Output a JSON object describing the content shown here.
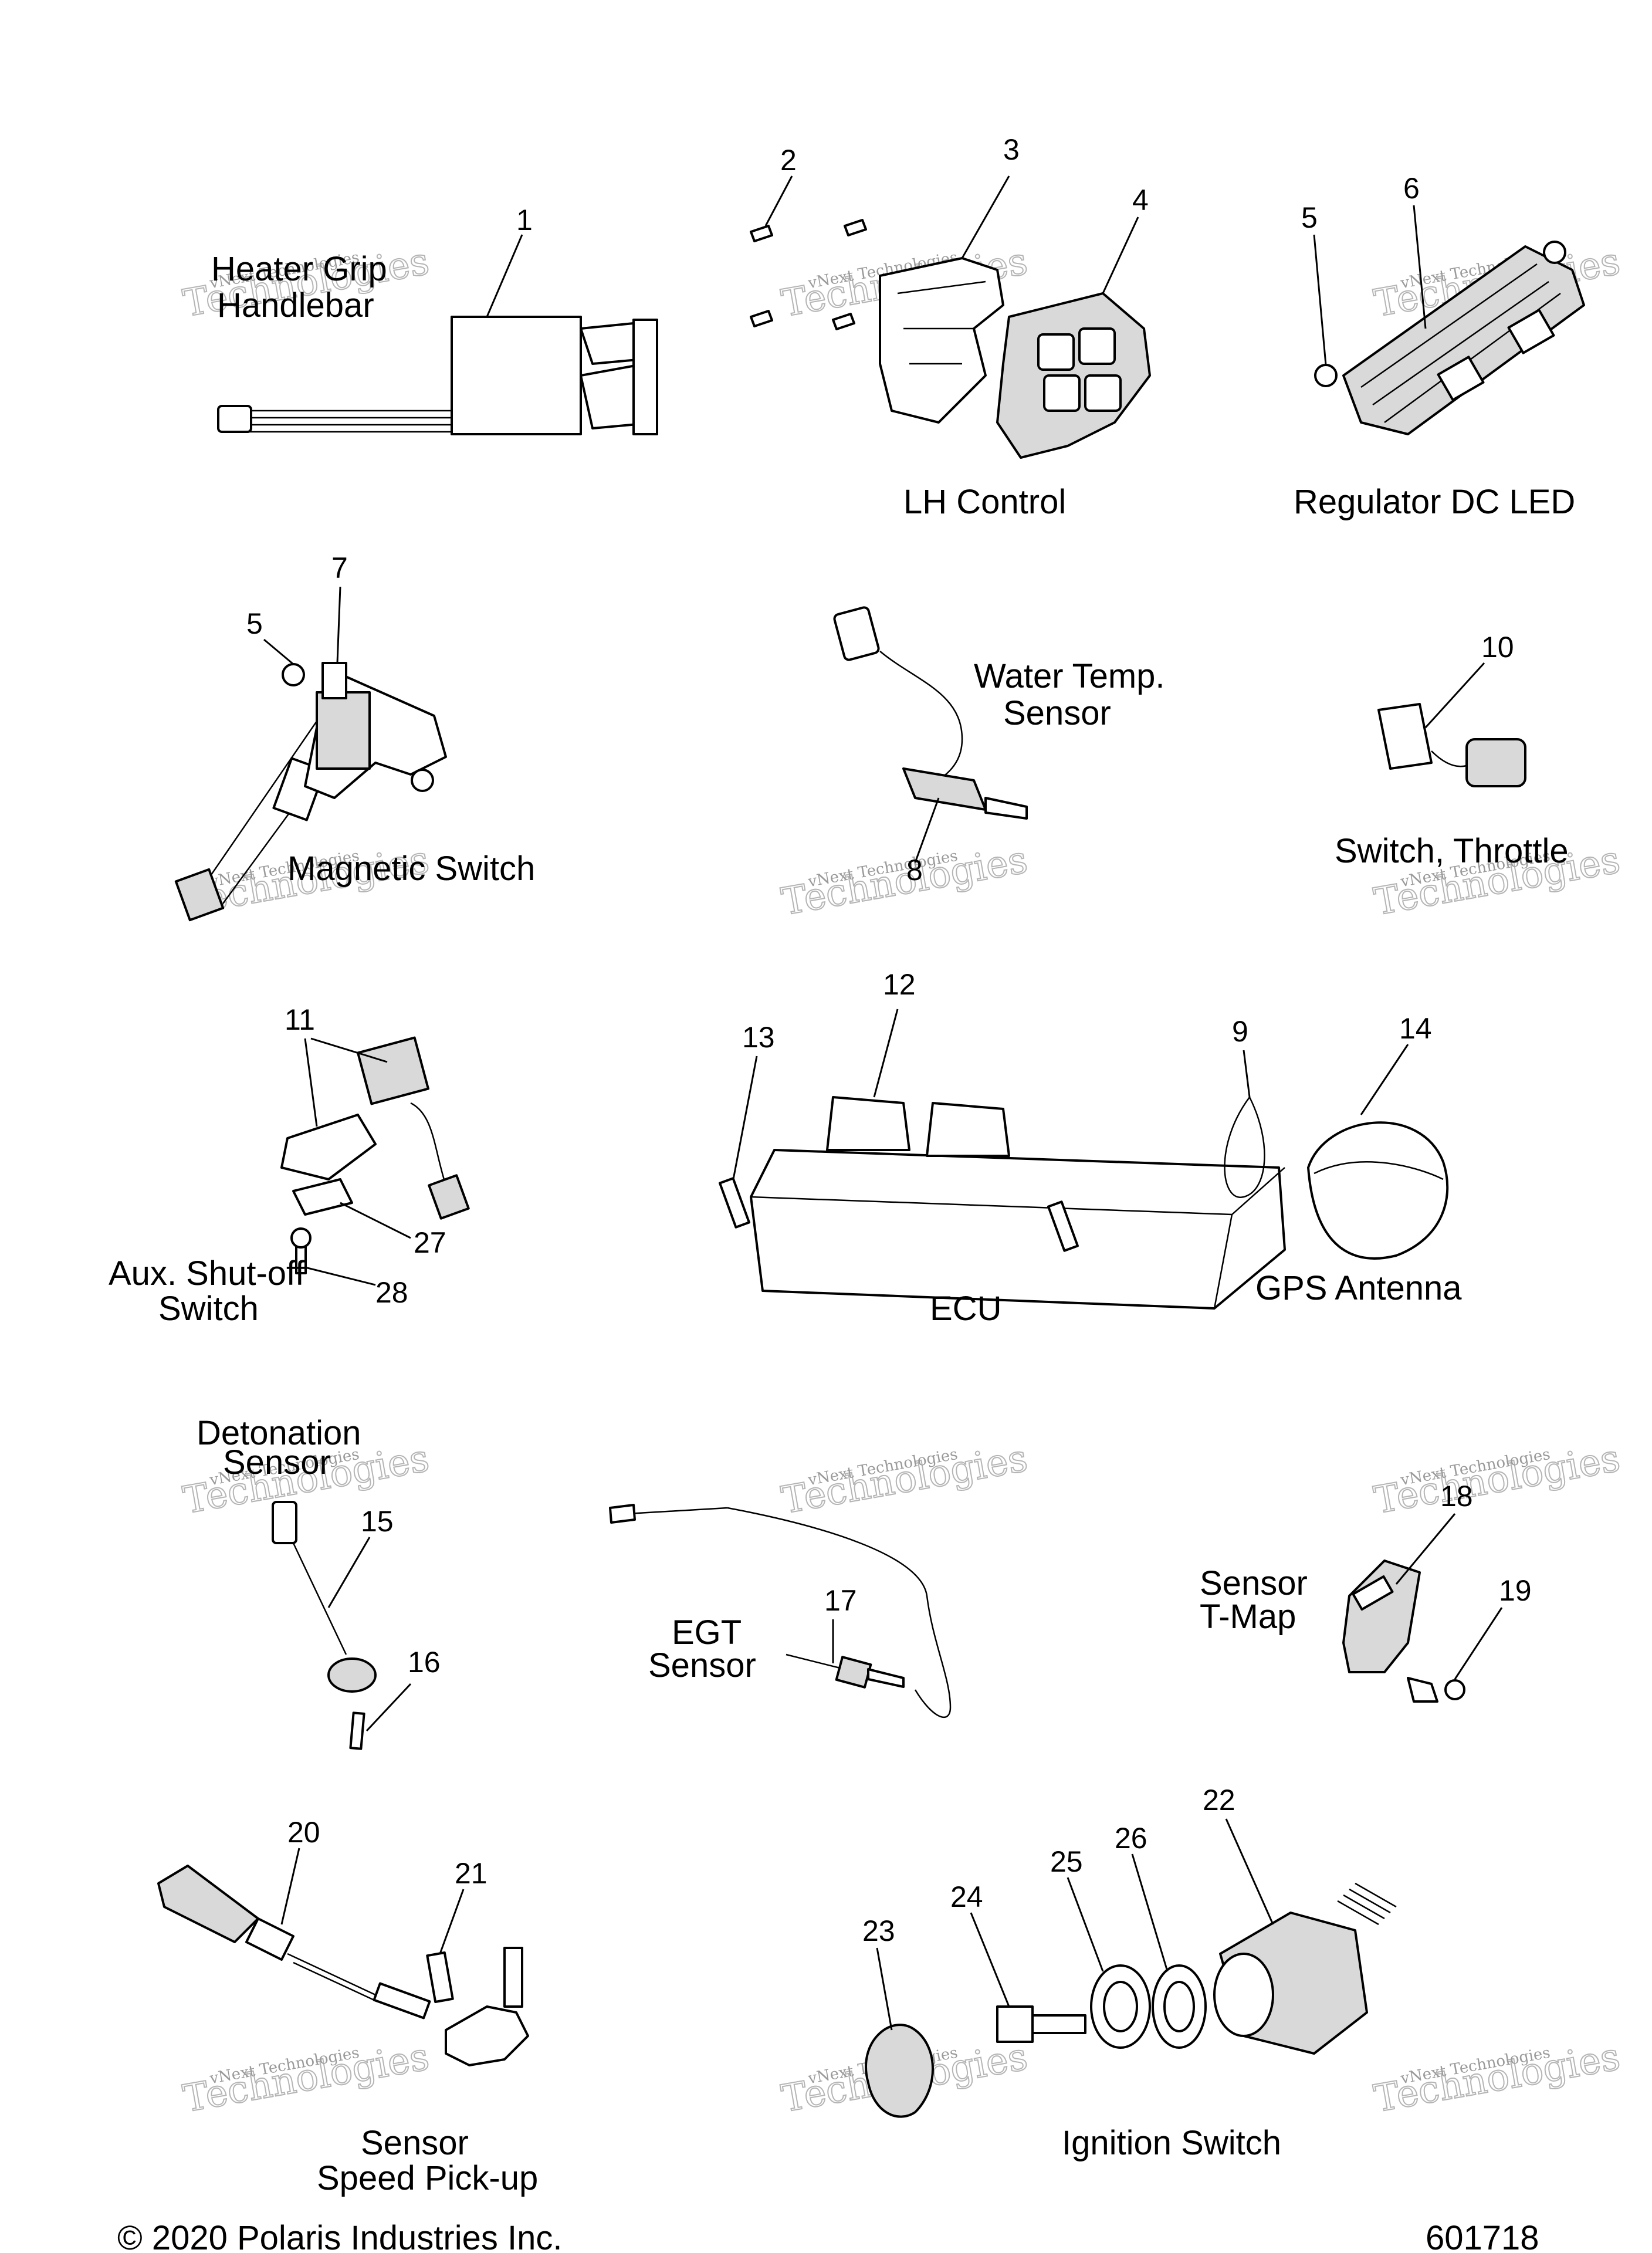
{
  "labels": {
    "heater_grip": [
      "Heater Grip",
      "Handlebar"
    ],
    "lh_control": "LH Control",
    "regulator": "Regulator DC LED",
    "water_temp": [
      "Water Temp.",
      "Sensor"
    ],
    "magnetic_switch": "Magnetic Switch",
    "switch_throttle": "Switch, Throttle",
    "aux_shutoff": [
      "Aux. Shut-off",
      "Switch"
    ],
    "ecu": "ECU",
    "gps_antenna": "GPS Antenna",
    "detonation": [
      "Detonation",
      "Sensor"
    ],
    "egt": [
      "EGT",
      "Sensor"
    ],
    "tmap": [
      "Sensor",
      "T-Map"
    ],
    "speed_pickup": [
      "Sensor",
      "Speed Pick-up"
    ],
    "ignition": "Ignition Switch"
  },
  "callouts": [
    "1",
    "2",
    "3",
    "4",
    "5",
    "6",
    "5",
    "7",
    "8",
    "10",
    "11",
    "12",
    "13",
    "9",
    "14",
    "27",
    "28",
    "15",
    "16",
    "17",
    "18",
    "19",
    "20",
    "21",
    "22",
    "23",
    "24",
    "25",
    "26"
  ],
  "watermark": [
    "vNext Technologies",
    "Technologies"
  ],
  "footer": {
    "copyright": "© 2020 Polaris Industries Inc.",
    "figure_number": "601718"
  }
}
